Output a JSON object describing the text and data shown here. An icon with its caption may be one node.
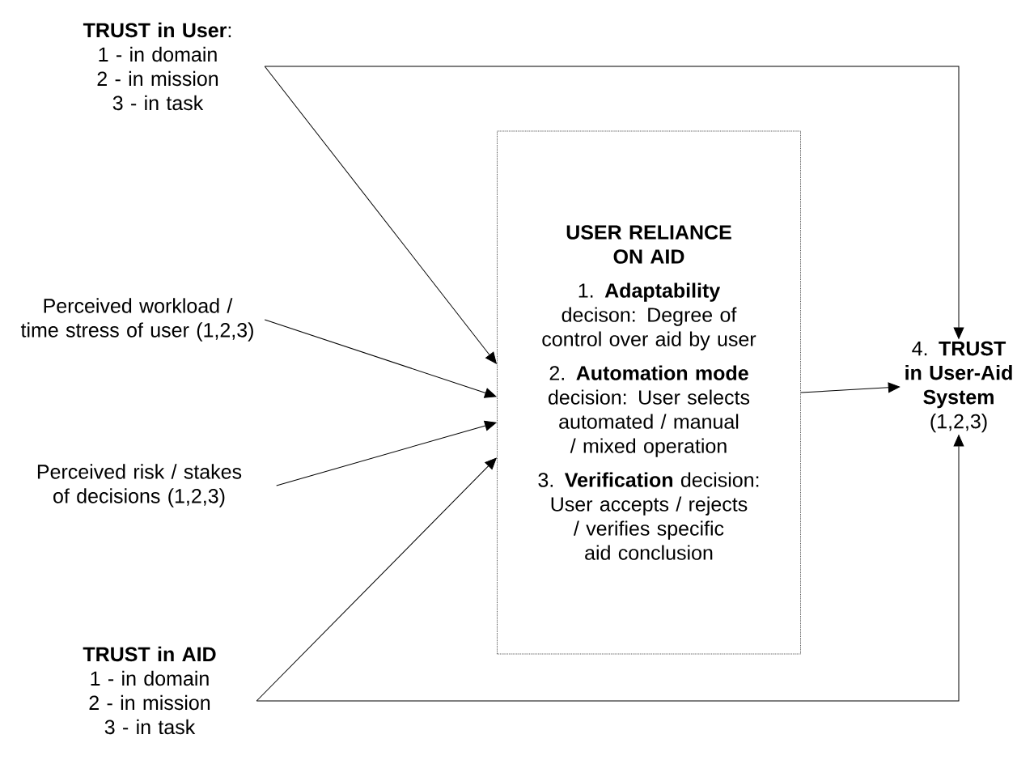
{
  "diagram": {
    "nodes": [
      {
        "text": [
          "**TRUST in User**:",
          "1 - in domain",
          "2 - in mission",
          "3 - in task"
        ]
      },
      {
        "text": [
          "Perceived workload / time stress of user (1,2,3)"
        ]
      },
      {
        "text": [
          "Perceived risk / stakes of decisions (1,2,3)"
        ]
      },
      {
        "text": [
          "TRUST in AID",
          "1 - in domain",
          "2 - in mission",
          "3 - in task"
        ]
      },
      {
        "text": [
          "USER RELIANCE ON AID",
          "1. **Adaptability** decison: Degree of control over aid by user",
          "2. **Automation mode** decision: User selects automated / manual / mixed operation",
          "3. **Verification** decision: User accepts / rejects / verifies specific aid conclusion"
        ]
      },
      {
        "text": [
          "4. **TRUST in User-Aid System** (1,2,3)"
        ]
      }
    ],
    "edges": [
      {
        "from": 0,
        "to": 4,
        "arrow": "to"
      },
      {
        "from": 1,
        "to": 4,
        "arrow": "to"
      },
      {
        "from": 2,
        "to": 4,
        "arrow": "to"
      },
      {
        "from": 3,
        "to": 4,
        "arrow": "to"
      },
      {
        "from": 0,
        "to": 5,
        "arrow": "to"
      },
      {
        "from": 4,
        "to": 5,
        "arrow": "to"
      },
      {
        "from": 3,
        "to": 5,
        "arrow": "to"
      }
    ]
  }
}
